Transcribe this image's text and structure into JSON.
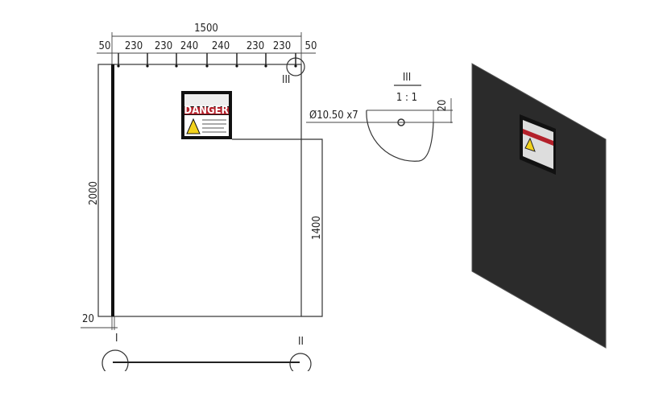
{
  "front_view": {
    "overall_width": "1500",
    "segments": [
      "50",
      "230",
      "230",
      "240",
      "240",
      "230",
      "230",
      "50"
    ],
    "height": "2000",
    "bottom_offset": "20",
    "label_height": "1400",
    "section_marks": [
      "I",
      "II",
      "III"
    ]
  },
  "detail_view": {
    "title": "III",
    "scale": "1 : 1",
    "hole_callout": "Ø10.50 x7",
    "edge_offset": "20"
  },
  "danger_label": {
    "signal_word": "DANGER",
    "colors": {
      "header": "#b3202a",
      "panel": "#2b2b2b",
      "warning": "#f2d21b"
    }
  }
}
